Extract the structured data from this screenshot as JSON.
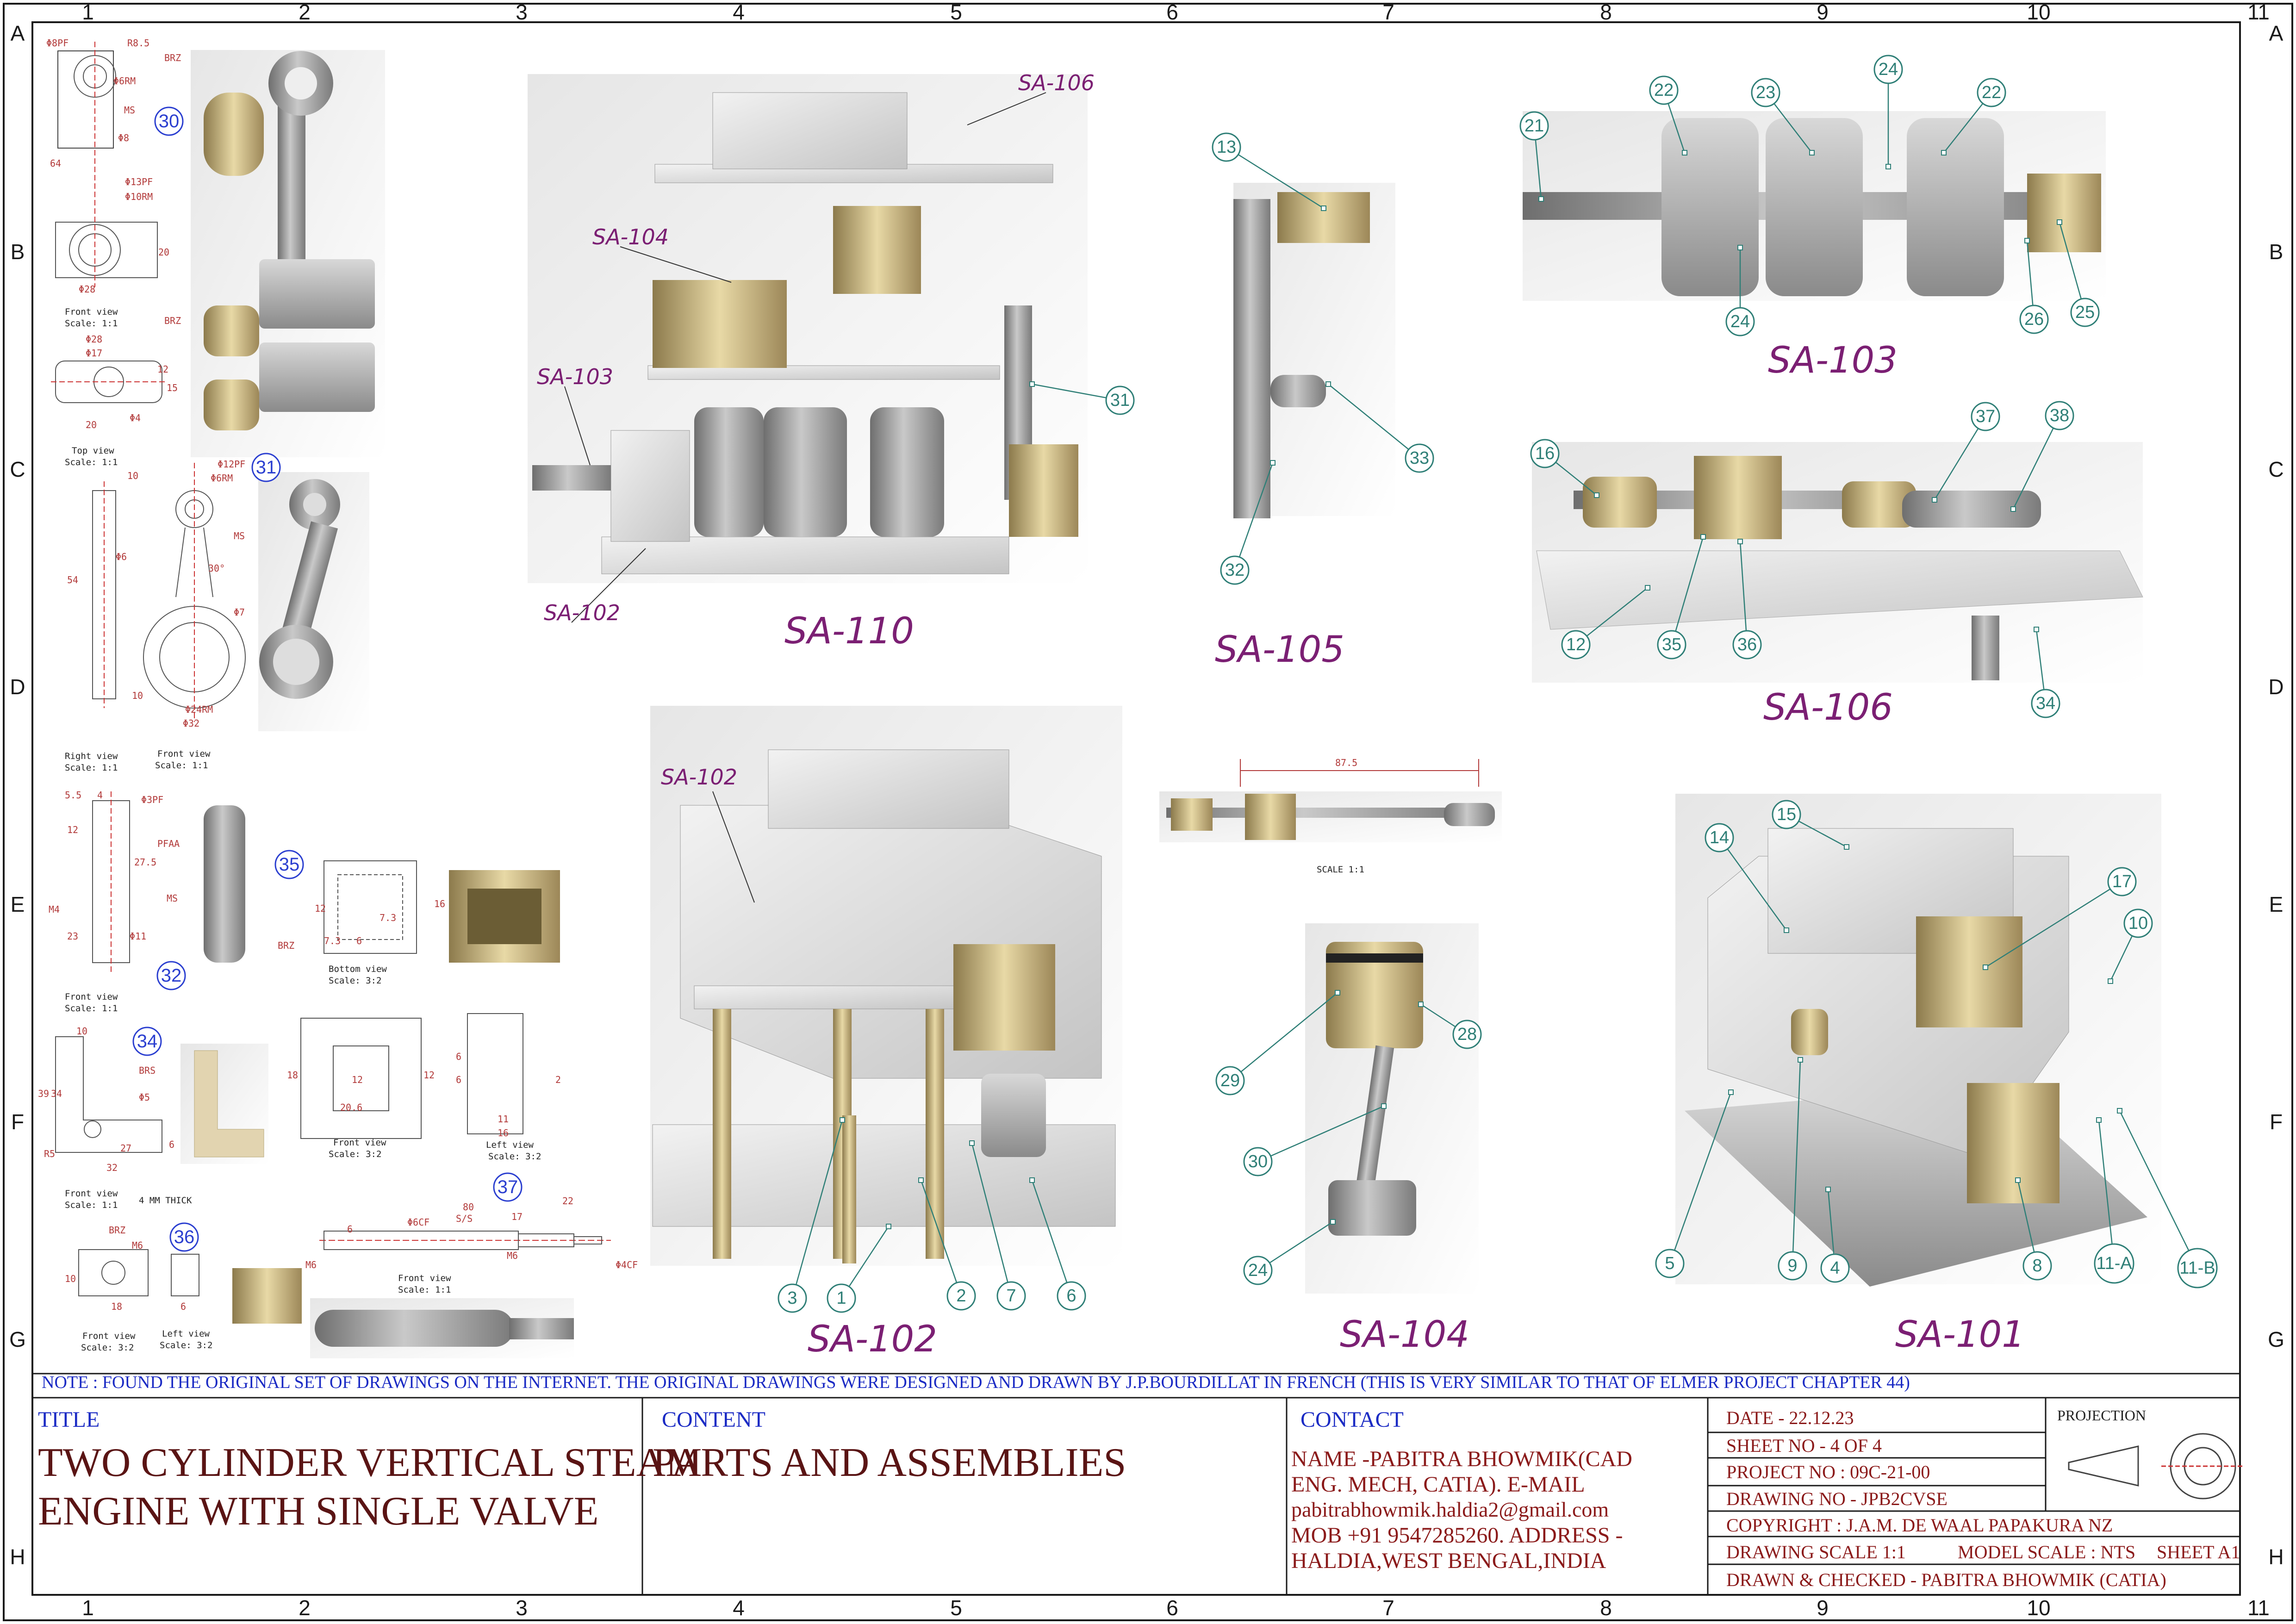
{
  "grid": {
    "columns": [
      "1",
      "2",
      "3",
      "4",
      "5",
      "6",
      "7",
      "8",
      "9",
      "10",
      "11"
    ],
    "rows": [
      "A",
      "B",
      "C",
      "D",
      "E",
      "F",
      "G",
      "H"
    ]
  },
  "assemblies": {
    "sa110": {
      "label": "SA-110",
      "sub_labels": [
        "SA-106",
        "SA-104",
        "SA-103",
        "SA-102"
      ],
      "balloons": [
        "31"
      ]
    },
    "sa105": {
      "label": "SA-105",
      "balloons": [
        "13",
        "33",
        "32"
      ]
    },
    "sa103": {
      "label": "SA-103",
      "balloons": [
        "21",
        "22",
        "23",
        "24",
        "22",
        "24",
        "26",
        "25"
      ]
    },
    "sa106": {
      "label": "SA-106",
      "balloons": [
        "16",
        "37",
        "38",
        "12",
        "35",
        "36",
        "34"
      ]
    },
    "sa102": {
      "label": "SA-102",
      "sub_labels": [
        "SA-102"
      ],
      "balloons": [
        "3",
        "1",
        "2",
        "7",
        "6"
      ]
    },
    "sa104": {
      "label": "SA-104",
      "balloons": [
        "29",
        "28",
        "30",
        "24"
      ]
    },
    "sa101": {
      "label": "SA-101",
      "balloons": [
        "14",
        "15",
        "17",
        "10",
        "5",
        "9",
        "4",
        "8",
        "11-A",
        "11-B"
      ]
    },
    "rod": {
      "dimension": "87.5",
      "scale": "SCALE 1:1"
    }
  },
  "detail_sheet": {
    "balloons": [
      "30",
      "31",
      "35",
      "32",
      "34",
      "36",
      "37"
    ],
    "view_labels": [
      "Front view",
      "Scale: 1:1",
      "Top view",
      "Scale: 1:1",
      "Right view",
      "Scale: 1:1",
      "Front view",
      "Scale: 1:1",
      "Bottom view",
      "Scale: 3:2",
      "Front view",
      "Scale: 1:1",
      "Front view",
      "Scale: 3:2",
      "Left view",
      "Scale: 3:2",
      "Front view",
      "Scale: 1:1",
      "4 MM THICK",
      "Front view",
      "Scale: 3:2",
      "Left view",
      "Scale: 3:2",
      "Front view",
      "Scale: 1:1"
    ],
    "dims": [
      "Φ8PF",
      "R8.5",
      "Φ6RM",
      "BRZ",
      "MS",
      "Φ8",
      "64",
      "Φ13PF",
      "Φ10RM",
      "20",
      "Φ28",
      "BRZ",
      "Φ28",
      "Φ17",
      "Φ4",
      "20",
      "12",
      "15",
      "10",
      "Φ12PF",
      "Φ6RM",
      "MS",
      "Φ6",
      "54",
      "30°",
      "Φ7",
      "10",
      "Φ24RM",
      "Φ32",
      "5.5",
      "4",
      "Φ3PF",
      "12",
      "PFAA",
      "27.5",
      "MS",
      "M4",
      "23",
      "Φ11",
      "12",
      "16",
      "7.3",
      "6",
      "BRZ",
      "7.3",
      "18",
      "12",
      "20.6",
      "12",
      "6",
      "6",
      "11",
      "16",
      "2",
      "10",
      "39",
      "34",
      "BRS",
      "Φ5",
      "27",
      "6",
      "R5",
      "32",
      "BRZ",
      "M6",
      "18",
      "10",
      "6",
      "S/S",
      "80",
      "Φ6CF",
      "6",
      "17",
      "22",
      "M6",
      "M6",
      "Φ4CF"
    ]
  },
  "note": "NOTE : FOUND THE ORIGINAL SET OF DRAWINGS ON THE INTERNET. THE ORIGINAL DRAWINGS WERE DESIGNED AND DRAWN BY J.P.BOURDILLAT IN FRENCH (THIS IS VERY SIMILAR TO THAT OF ELMER PROJECT CHAPTER 44)",
  "title_block": {
    "title_heading": "TITLE",
    "title_line1": "TWO CYLINDER VERTICAL STEAM",
    "title_line2": "ENGINE WITH SINGLE VALVE",
    "content_heading": "CONTENT",
    "content_text": "PARTS AND ASSEMBLIES",
    "contact_heading": "CONTACT",
    "contact_line1": "NAME -PABITRA BHOWMIK(CAD",
    "contact_line2": "ENG. MECH, CATIA).    E-MAIL",
    "contact_line3": "pabitrabhowmik.haldia2@gmail.com",
    "contact_line4": "MOB  +91 9547285260.   ADDRESS -",
    "contact_line5": "HALDIA,WEST BENGAL,INDIA",
    "date": "DATE - 22.12.23",
    "sheet_no": "SHEET NO - 4 OF 4",
    "project_no": "PROJECT NO : 09C-21-00",
    "drawing_no": "DRAWING NO - JPB2CVSE",
    "copyright": "COPYRIGHT  : J.A.M. DE WAAL PAPAKURA NZ",
    "drawing_scale": "DRAWING SCALE  1:1",
    "model_scale": "MODEL SCALE : NTS",
    "sheet_size": "SHEET A1",
    "drawn_checked": "DRAWN & CHECKED - PABITRA BHOWMIK  (CATIA)",
    "projection": "PROJECTION"
  },
  "colors": {
    "border": "#1a1a1a",
    "accent_purple": "#7b1f73",
    "balloon_teal": "#2f7f77",
    "title_red": "#5a1414",
    "heading_blue": "#1b2bc4"
  }
}
